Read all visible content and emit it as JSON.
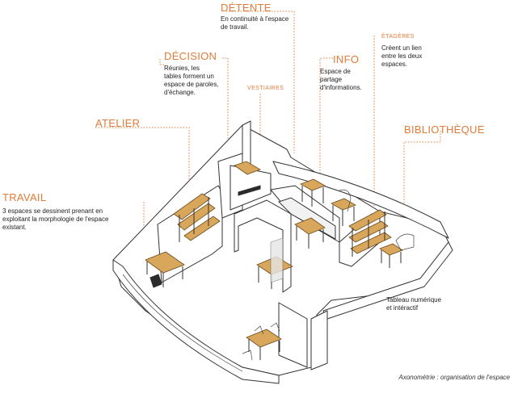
{
  "labels": {
    "detente": {
      "title": "DÉTENTE",
      "text": "En continuité à l'espace\nde travail."
    },
    "decision": {
      "title": "DÉCISION",
      "text": "Réunies, les\ntables forment un\nespace de paroles,\nd'échange."
    },
    "vestiaires": {
      "title": "VESTIAIRES"
    },
    "info": {
      "title": "INFO",
      "text": "Espace de\npartage\nd'informations."
    },
    "etageres": {
      "title": "ÉTAGÈRES",
      "text": "Créent un lien\nentre les deux\nespaces."
    },
    "atelier": {
      "title": "ATELIER"
    },
    "bibliotheque": {
      "title": "BIBLIOTHÈQUE"
    },
    "travail": {
      "title": "TRAVAIL",
      "text": "3 espaces se dessinent prenant en\nexploitant la morphologie de l'espace\nexistant."
    },
    "tableau": {
      "text": "Tableau numérique\net intéractif"
    }
  },
  "caption": "Axonométrie : organisation de l'espace",
  "colors": {
    "accent": "#e07b39",
    "wood": "#d9a75c",
    "outline": "#333333"
  }
}
